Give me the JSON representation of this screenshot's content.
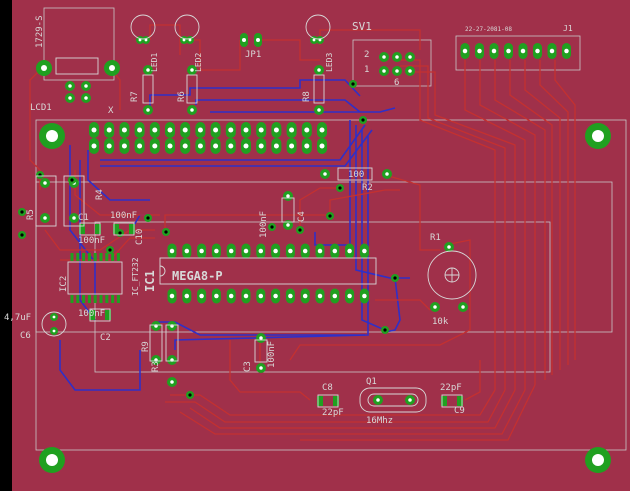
{
  "board": {
    "background": "#a0304a",
    "outline": "#c8c8c8",
    "top_trace": "#c43030",
    "bottom_trace": "#2f2fc8",
    "pad": "#20a020",
    "pad_hole": "#ffffff",
    "silk": "#d8d8d8"
  },
  "labels": {
    "usb_part": "1729-S",
    "lcd": "LCD1",
    "x_label": "X",
    "led1": "LED1",
    "led2": "LED2",
    "led3": "LED3",
    "r7": "R7",
    "r6": "R6",
    "r8": "R8",
    "jp1": "JP1",
    "sv1": "SV1",
    "sv1_pin2": "2",
    "sv1_pin1": "1",
    "sv1_pin6": "6",
    "j1_part": "22-27-2081-08",
    "j1": "J1",
    "r2_value": "100",
    "r2": "R2",
    "r4": "R4",
    "r5": "R5",
    "c1": "C1",
    "c1_value": "100nF",
    "c10_value": "100nF",
    "c10": "C10",
    "ic2": "IC2",
    "ft232": "IC_FT232",
    "c4_value": "100nF",
    "c4": "C4",
    "ic1": "IC1",
    "mega8": "MEGA8-P",
    "r1": "R1",
    "r1_value": "10k",
    "c6_value": "4,7uF",
    "c6": "C6",
    "c2_value": "100nF",
    "c2": "C2",
    "r3": "R3",
    "r9": "R9",
    "c3": "C3",
    "c3_value": "100nF",
    "c8": "C8",
    "c8_value": "22pF",
    "q1": "Q1",
    "q1_value": "16Mhz",
    "c9_value": "22pF",
    "c9": "C9"
  }
}
